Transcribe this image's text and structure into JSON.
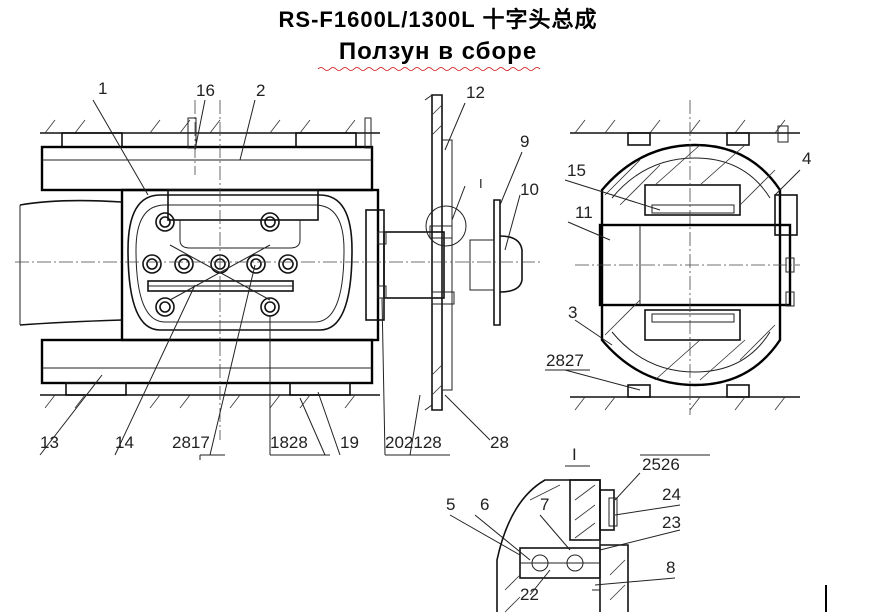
{
  "title": "RS-F1600L/1300L 十字头总成",
  "subtitle": "Ползун в сборе",
  "detail_mark": "I",
  "callouts": {
    "c1": "1",
    "c2": "2",
    "c3": "3",
    "c4": "4",
    "c5": "5",
    "c6": "6",
    "c7": "7",
    "c8": "8",
    "c9": "9",
    "c10": "10",
    "c11": "11",
    "c12": "12",
    "c13": "13",
    "c14": "14",
    "c15": "15",
    "c16": "16",
    "c19": "19",
    "c22": "22",
    "c23": "23",
    "c24": "24",
    "c2827_right": "2827",
    "c2817": "2817",
    "c1828": "1828",
    "c202128": "202128",
    "c28": "28",
    "c2526": "2526"
  }
}
